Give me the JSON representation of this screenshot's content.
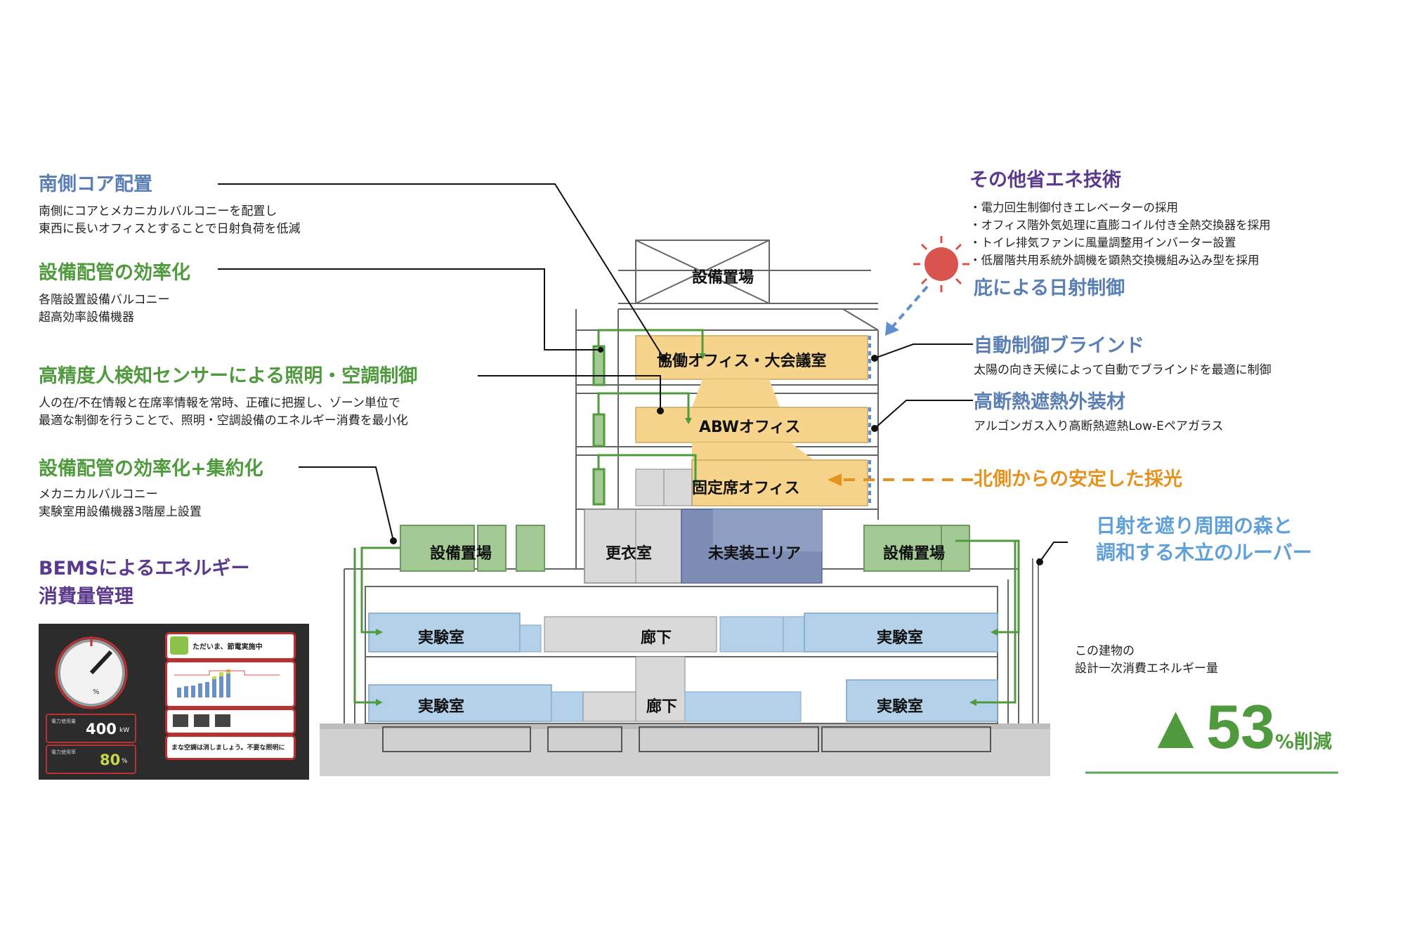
{
  "left": {
    "core": {
      "title": "南側コア配置",
      "lines": [
        "南側にコアとメカニカルバルコニーを配置し",
        "東西に長いオフィスとすることで日射負荷を低減"
      ]
    },
    "piping": {
      "title": "設備配管の効率化",
      "lines": [
        "各階設置設備バルコニー",
        "超高効率設備機器"
      ]
    },
    "sensor": {
      "title": "高精度人検知センサーによる照明・空調制御",
      "lines": [
        "人の在/不在情報と在席率情報を常時、正確に把握し、ゾーン単位で",
        "最適な制御を行うことで、照明・空調設備のエネルギー消費を最小化"
      ]
    },
    "piping2": {
      "title": "設備配管の効率化+集約化",
      "lines": [
        "メカニカルバルコニー",
        "実験室用設備機器3階屋上設置"
      ]
    },
    "bems": {
      "title1": "BEMSによるエネルギー",
      "title2": "消費量管理"
    }
  },
  "right": {
    "other": {
      "title": "その他省エネ技術",
      "lines": [
        "・電力回生制御付きエレベーターの採用",
        "・オフィス階外気処理に直膨コイル付き全熱交換器を採用",
        "・トイレ排気ファンに風量調整用インバーター設置",
        "・低層階共用系統外調機を顕熱交換機組み込み型を採用"
      ]
    },
    "eave": {
      "title": "庇による日射制御"
    },
    "blind": {
      "title": "自動制御ブラインド",
      "line": "太陽の向き天候によって自動でブラインドを最適に制御"
    },
    "facade": {
      "title": "高断熱遮熱外装材",
      "line": "アルゴンガス入り高断熱遮熱Low-Eペアガラス"
    },
    "north": {
      "title": "北側からの安定した採光"
    },
    "louver": {
      "line1": "日射を遮り周囲の森と",
      "line2": "調和する木立のルーバー"
    },
    "result": {
      "line1": "この建物の",
      "line2": "設計一次消費エネルギー量",
      "value": "▲53",
      "unit": "%削減"
    }
  },
  "rooms": {
    "roof_equipment": "設備置場",
    "collab_office": "協働オフィス・大会議室",
    "abw_office": "ABWオフィス",
    "fixed_office": "固定席オフィス",
    "equipment_left": "設備置場",
    "locker": "更衣室",
    "unfinished": "未実装エリア",
    "equipment_right": "設備置場",
    "lab_1": "実験室",
    "corridor_1": "廊下",
    "lab_2": "実験室",
    "lab_3": "実験室",
    "corridor_2": "廊下",
    "lab_4": "実験室"
  },
  "bems_panel": {
    "notice": "ただいま、節電実施中",
    "power_label": "電力使用量",
    "power_value": "400",
    "power_unit": "kW",
    "rate_label": "電力使用率",
    "rate_value": "80",
    "rate_unit": "%",
    "message": "まな空調は消しましょう。不要な照明に",
    "gauge_unit": "%"
  },
  "colors": {
    "office": "#f6d48c",
    "equipment": "#a3c994",
    "lab": "#b4d1ea",
    "unfinished": "#7d8db5",
    "grey_room": "#d9d9d9",
    "pipe": "#4f9a3c",
    "sun": "#d9534f"
  }
}
